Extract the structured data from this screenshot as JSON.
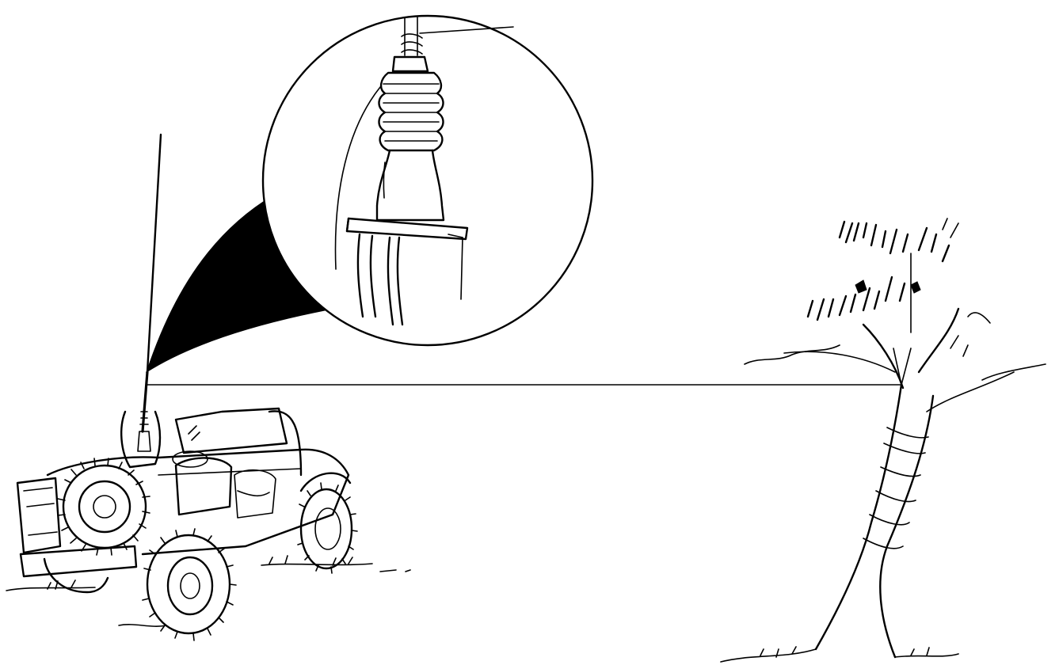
{
  "figure": {
    "labels": [],
    "colors": {
      "ink": "#000000",
      "paper": "#ffffff"
    },
    "parts": [
      "jeep",
      "vertical-whip-antenna",
      "horizontal-antenna-wire",
      "tree",
      "magnified-detail-circle",
      "antenna-base-connector",
      "callout-wedge"
    ]
  }
}
